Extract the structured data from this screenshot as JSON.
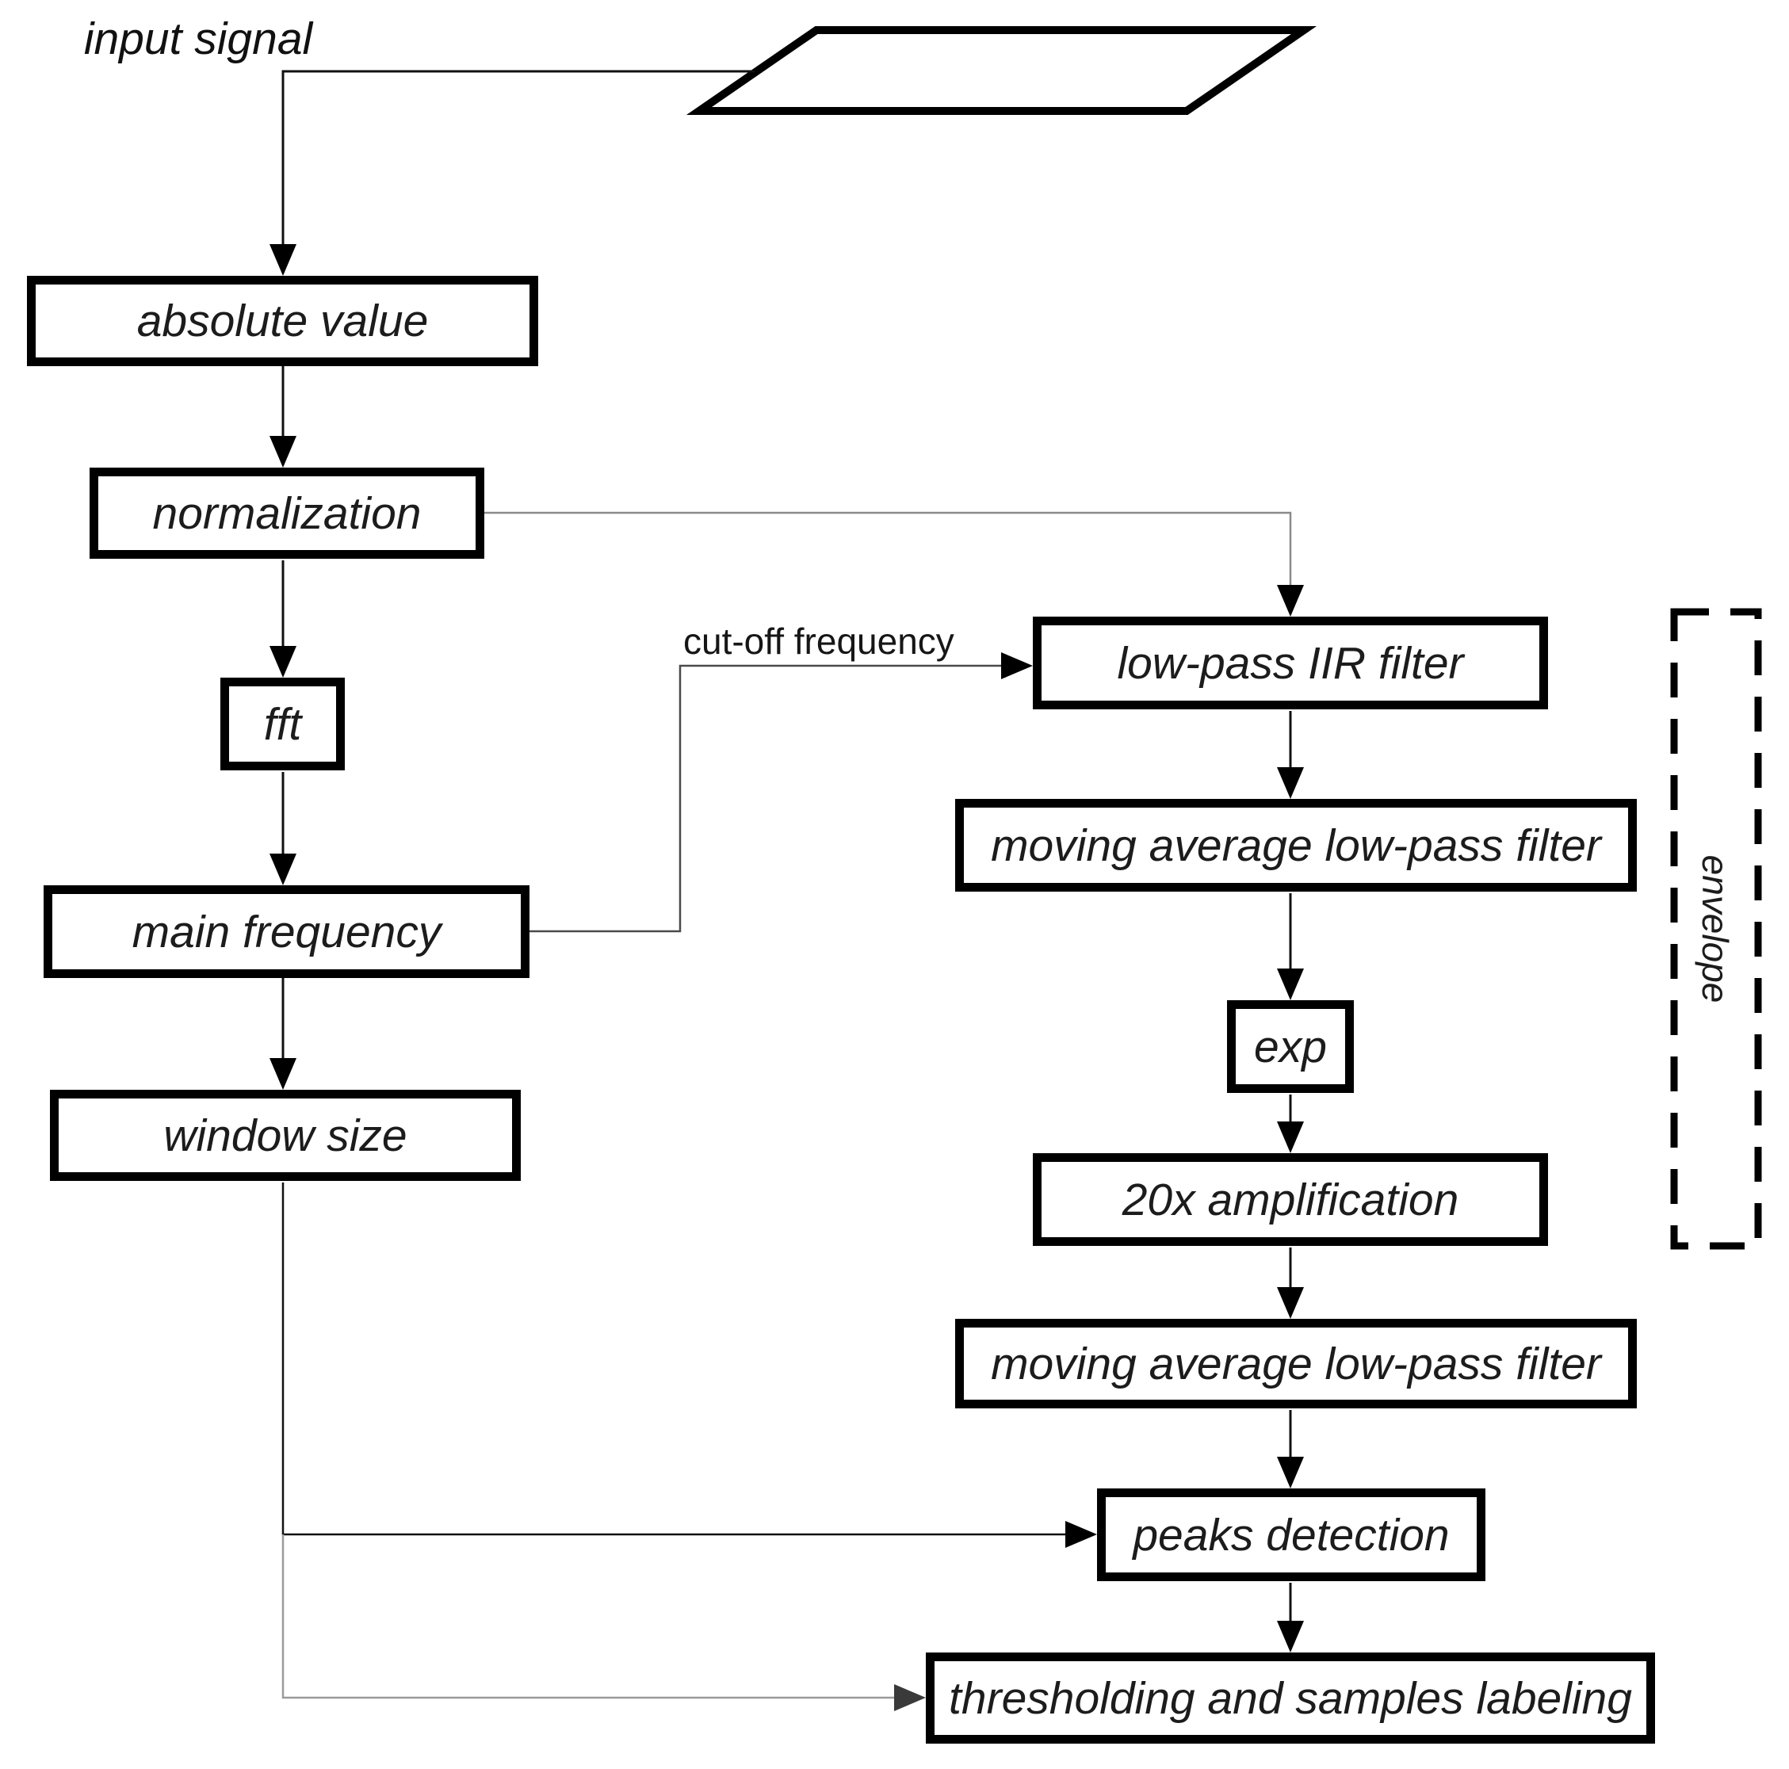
{
  "figure": {
    "background": "#ffffff",
    "ink_color": "#000000",
    "gray_connector_color": "#9a9a9a"
  },
  "nodes": {
    "input_signal": {
      "label": "input signal",
      "shape": "parallelogram"
    },
    "absolute_value": {
      "label": "absolute value",
      "shape": "rectangle"
    },
    "normalization": {
      "label": "normalization",
      "shape": "rectangle"
    },
    "fft": {
      "label": "fft",
      "shape": "rectangle"
    },
    "main_frequency": {
      "label": "main frequency",
      "shape": "rectangle"
    },
    "window_size": {
      "label": "window size",
      "shape": "rectangle"
    },
    "lowpass_iir": {
      "label": "low-pass IIR filter",
      "shape": "rectangle"
    },
    "moving_avg_1": {
      "label": "moving average low-pass filter",
      "shape": "rectangle"
    },
    "exp": {
      "label": "exp",
      "shape": "rectangle"
    },
    "amplification": {
      "label": "20x amplification",
      "shape": "rectangle"
    },
    "moving_avg_2": {
      "label": "moving average low-pass filter",
      "shape": "rectangle"
    },
    "peaks_detection": {
      "label": "peaks detection",
      "shape": "rectangle"
    },
    "thresholding": {
      "label": "thresholding and samples labeling",
      "shape": "rectangle"
    }
  },
  "annotations": {
    "cutoff_label": "cut-off frequency",
    "envelope_label": "envelope"
  }
}
